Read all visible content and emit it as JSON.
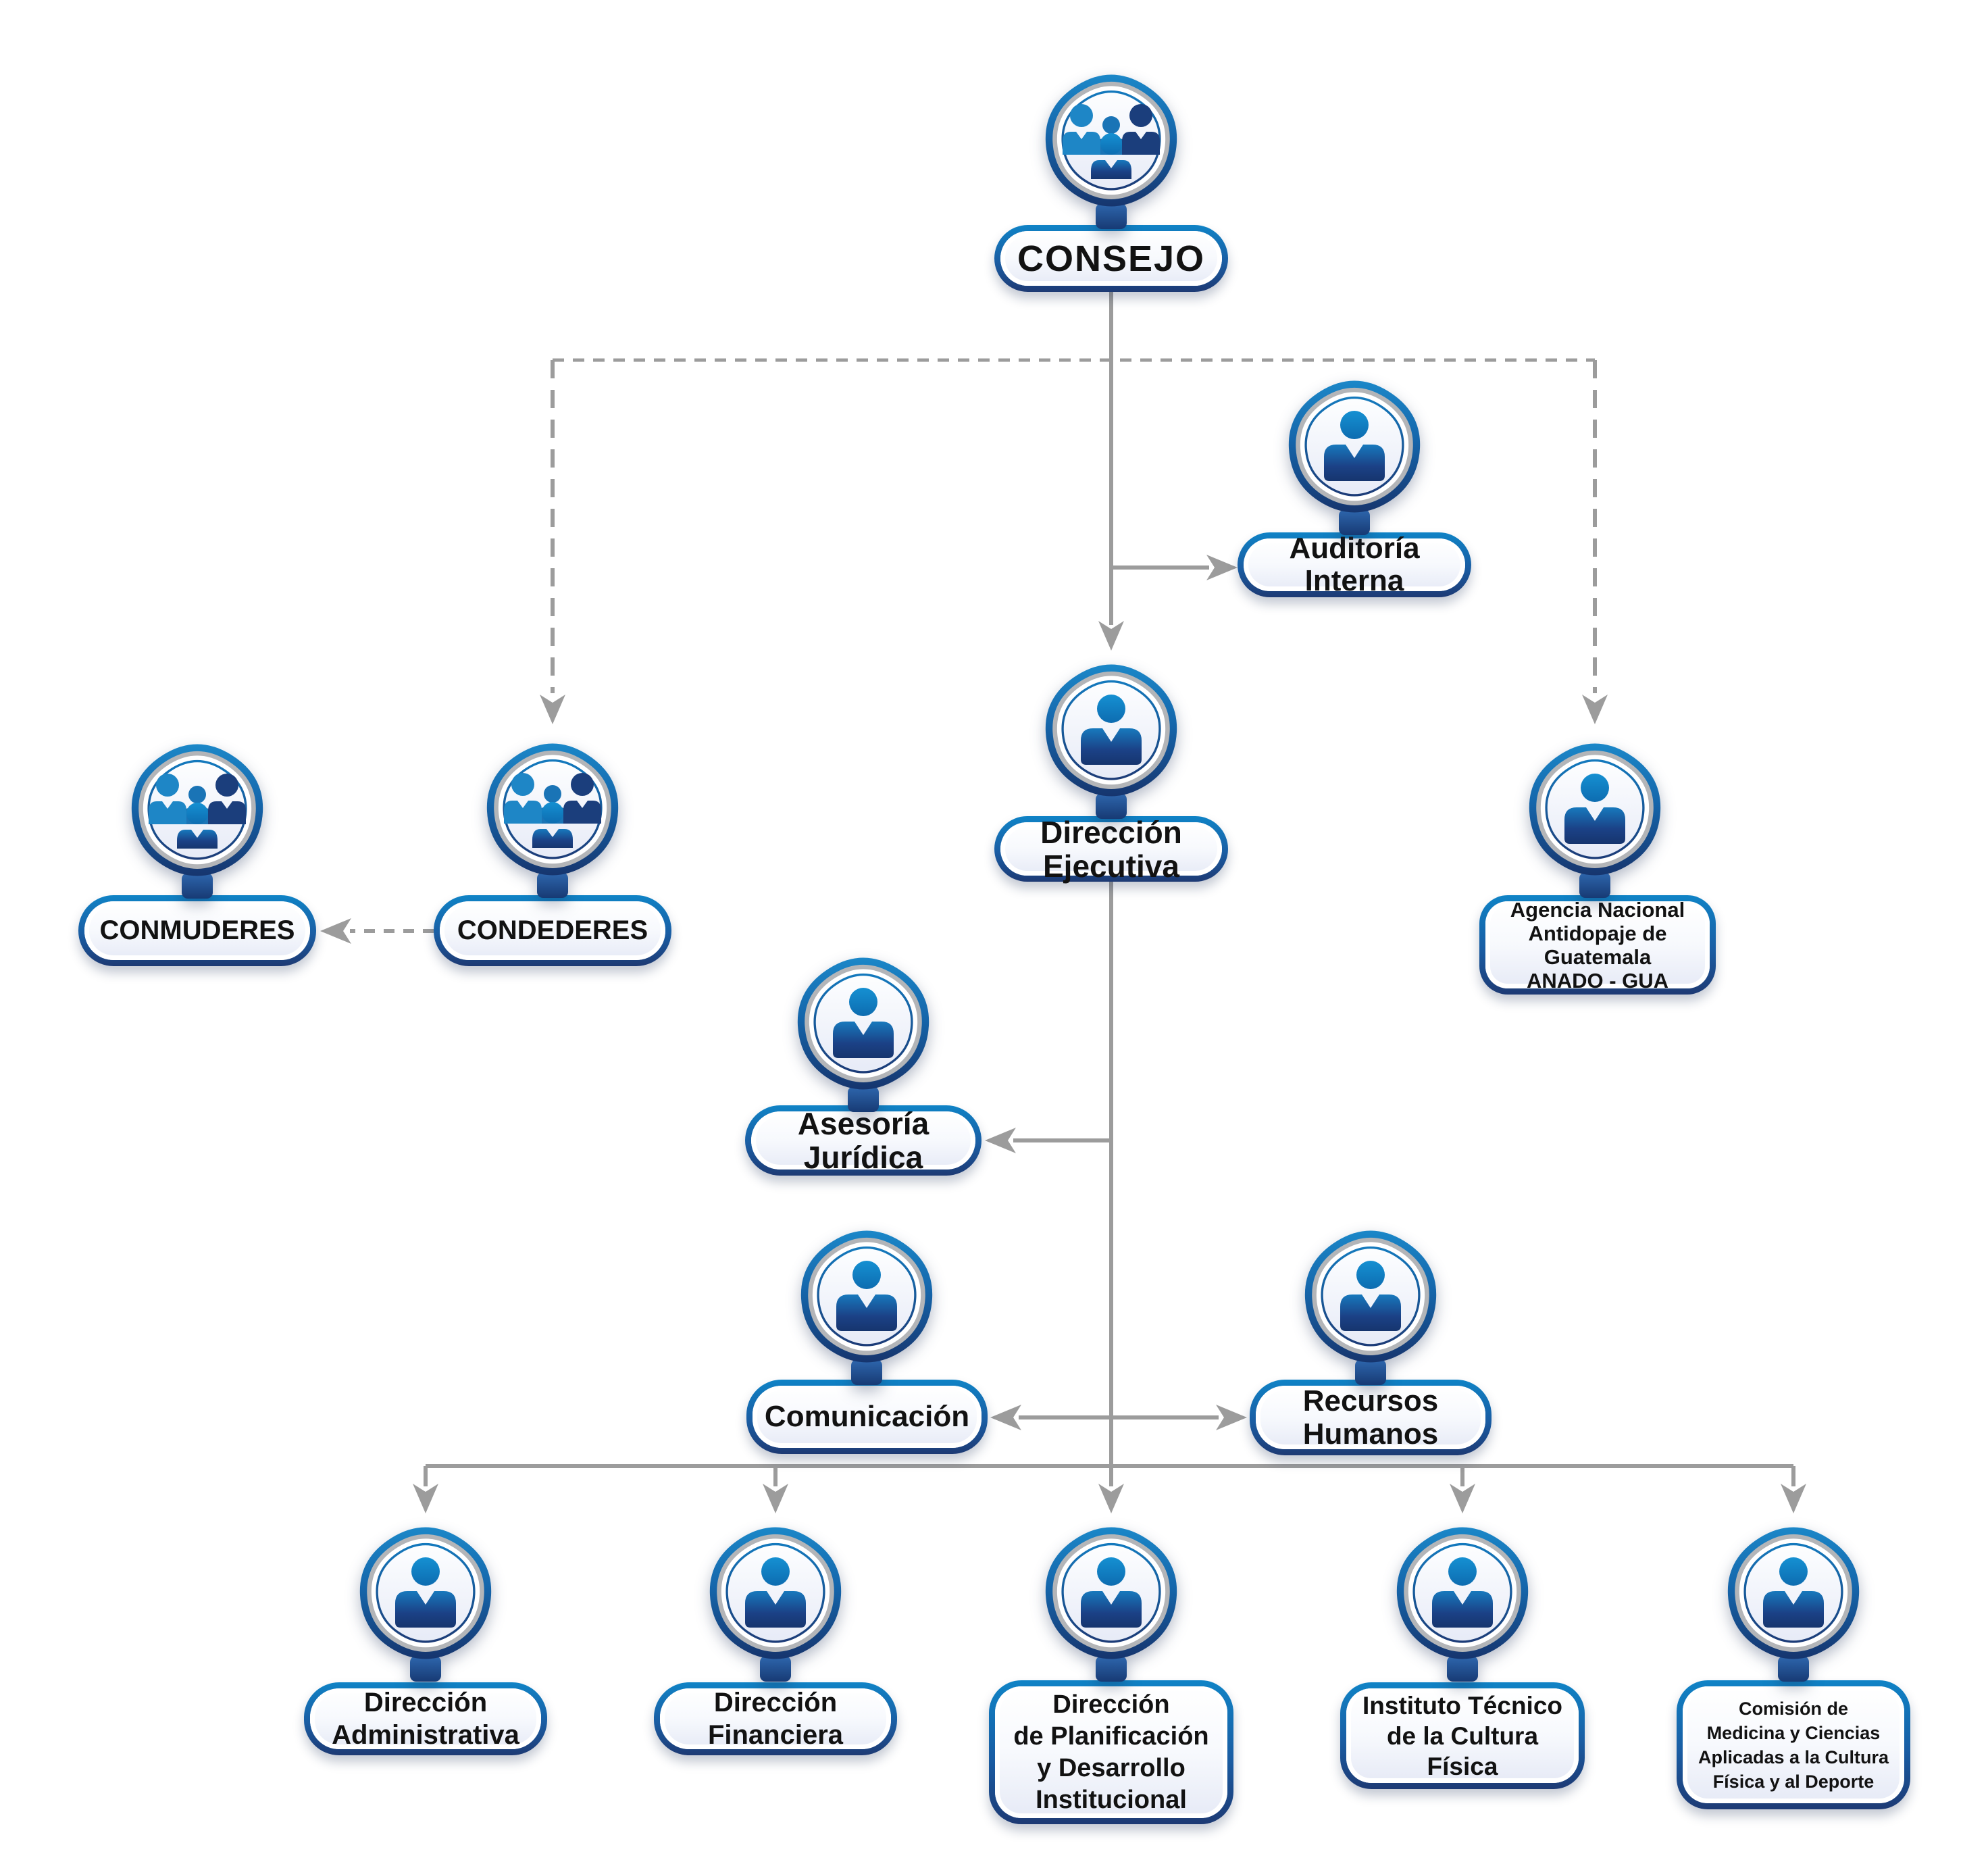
{
  "diagram": {
    "background": "#ffffff",
    "palette": {
      "azure": "#1581c4",
      "navy": "#1d3b76",
      "silver": "#b3b5b8",
      "connector_gray": "#9c9c9c",
      "text": "#121212"
    },
    "nodes": {
      "consejo": {
        "label": "CONSEJO",
        "icon": "group-icon"
      },
      "auditoria_interna": {
        "label": "Auditoría\nInterna",
        "icon": "person-icon"
      },
      "direccion_ejecutiva": {
        "label": "Dirección\nEjecutiva",
        "icon": "person-icon"
      },
      "conmuderes": {
        "label": "CONMUDERES",
        "icon": "group-icon"
      },
      "condederes": {
        "label": "CONDEDERES",
        "icon": "group-icon"
      },
      "anado_gua": {
        "label": "Agencia Nacional\nAntidopaje de\nGuatemala\nANADO - GUA",
        "icon": "person-icon"
      },
      "asesoria_juridica": {
        "label": "Asesoría\nJurídica",
        "icon": "person-icon"
      },
      "comunicacion": {
        "label": "Comunicación",
        "icon": "person-icon"
      },
      "recursos_humanos": {
        "label": "Recursos\nHumanos",
        "icon": "person-icon"
      },
      "direccion_administrativa": {
        "label": "Dirección\nAdministrativa",
        "icon": "person-icon"
      },
      "direccion_financiera": {
        "label": "Dirección\nFinanciera",
        "icon": "person-icon"
      },
      "direccion_planificacion": {
        "label": "Dirección\nde Planificación\ny Desarrollo\nInstitucional",
        "icon": "person-icon"
      },
      "instituto_tecnico": {
        "label": "Instituto Técnico\nde la Cultura\nFísica",
        "icon": "person-icon"
      },
      "comision_medicina": {
        "label": "Comisión de\nMedicina y Ciencias\nAplicadas a la Cultura\nFísica y al Deporte",
        "icon": "person-icon"
      }
    },
    "edges": [
      {
        "from": "consejo",
        "to": "direccion_ejecutiva",
        "style": "solid-arrow"
      },
      {
        "from": "consejo",
        "to": "auditoria_interna",
        "style": "solid-arrow"
      },
      {
        "from": "consejo",
        "to": "condederes",
        "style": "dashed-arrow"
      },
      {
        "from": "consejo",
        "to": "anado_gua",
        "style": "dashed-arrow"
      },
      {
        "from": "condederes",
        "to": "conmuderes",
        "style": "dashed-arrow"
      },
      {
        "from": "direccion_ejecutiva",
        "to": "asesoria_juridica",
        "style": "solid-arrow"
      },
      {
        "from": "direccion_ejecutiva",
        "to": "comunicacion",
        "style": "solid-arrow"
      },
      {
        "from": "direccion_ejecutiva",
        "to": "recursos_humanos",
        "style": "solid-arrow"
      },
      {
        "from": "direccion_ejecutiva",
        "to": "direccion_administrativa",
        "style": "solid-arrow"
      },
      {
        "from": "direccion_ejecutiva",
        "to": "direccion_financiera",
        "style": "solid-arrow"
      },
      {
        "from": "direccion_ejecutiva",
        "to": "direccion_planificacion",
        "style": "solid-arrow"
      },
      {
        "from": "direccion_ejecutiva",
        "to": "instituto_tecnico",
        "style": "solid-arrow"
      },
      {
        "from": "direccion_ejecutiva",
        "to": "comision_medicina",
        "style": "solid-arrow"
      }
    ]
  }
}
